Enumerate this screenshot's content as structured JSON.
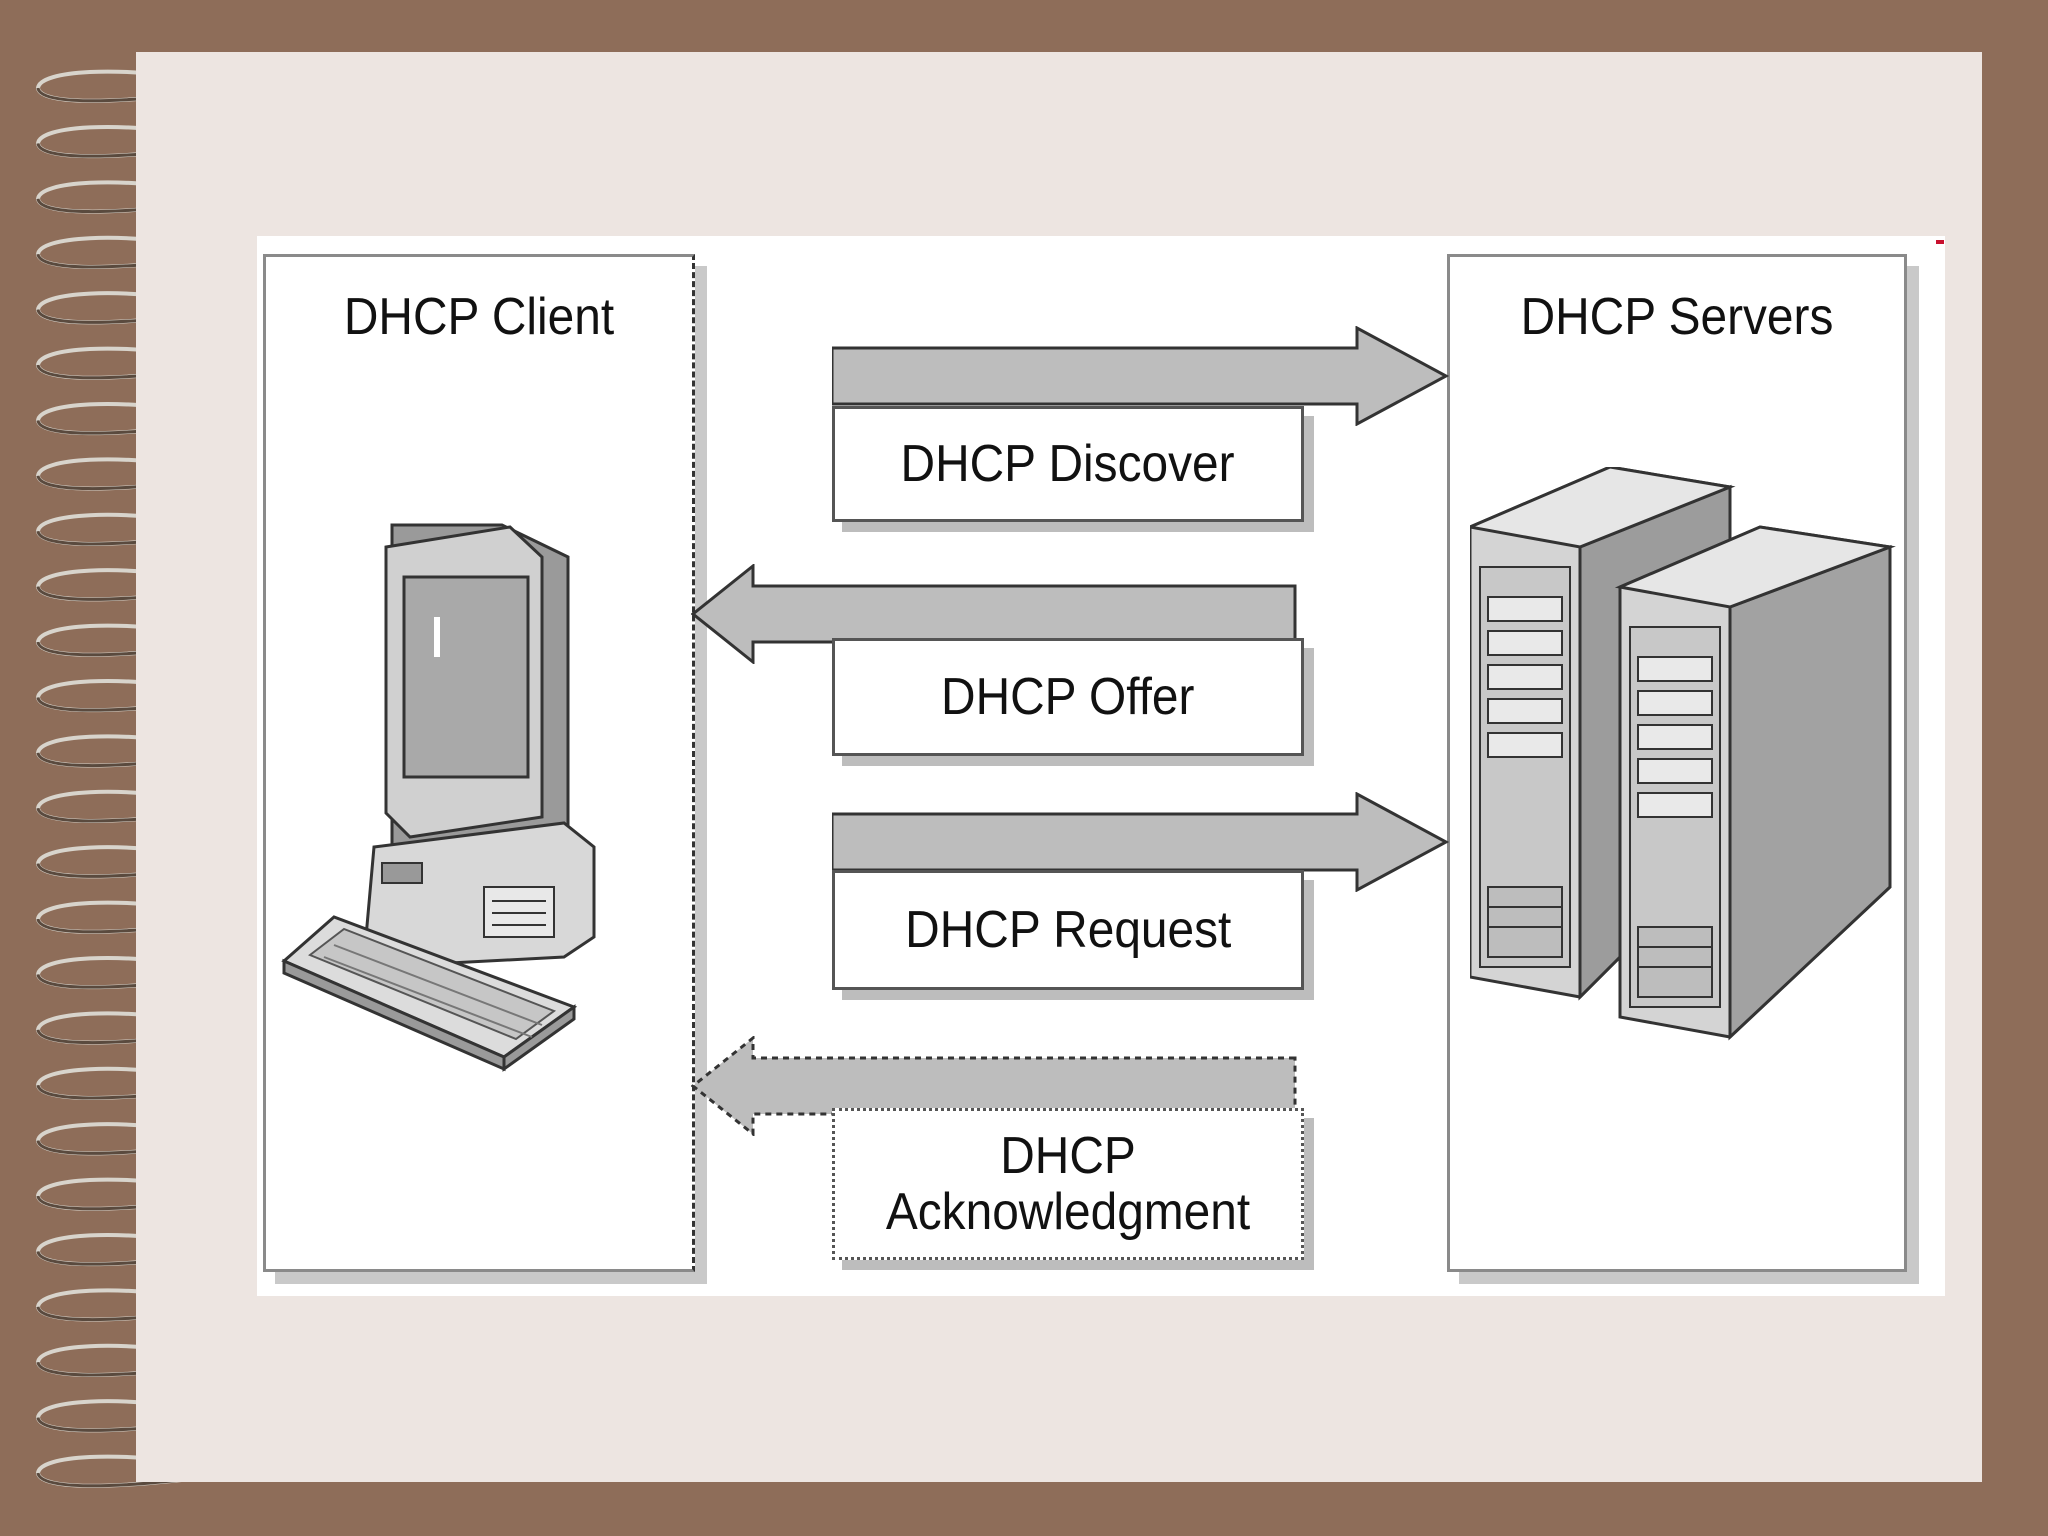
{
  "diagram": {
    "client_panel": {
      "title": "DHCP Client"
    },
    "server_panel": {
      "title": "DHCP Servers"
    },
    "messages": [
      {
        "label": "DHCP Discover",
        "direction": "to-server",
        "style": "solid"
      },
      {
        "label": "DHCP Offer",
        "direction": "to-client",
        "style": "solid"
      },
      {
        "label": "DHCP Request",
        "direction": "to-server",
        "style": "solid"
      },
      {
        "label": "DHCP\nAcknowledgment",
        "direction": "to-client",
        "style": "dotted"
      }
    ]
  },
  "colors": {
    "frame": "#8e6d59",
    "slide": "#ede5e1",
    "arrow_fill": "#bdbdbd",
    "accent": "#c8102e"
  }
}
